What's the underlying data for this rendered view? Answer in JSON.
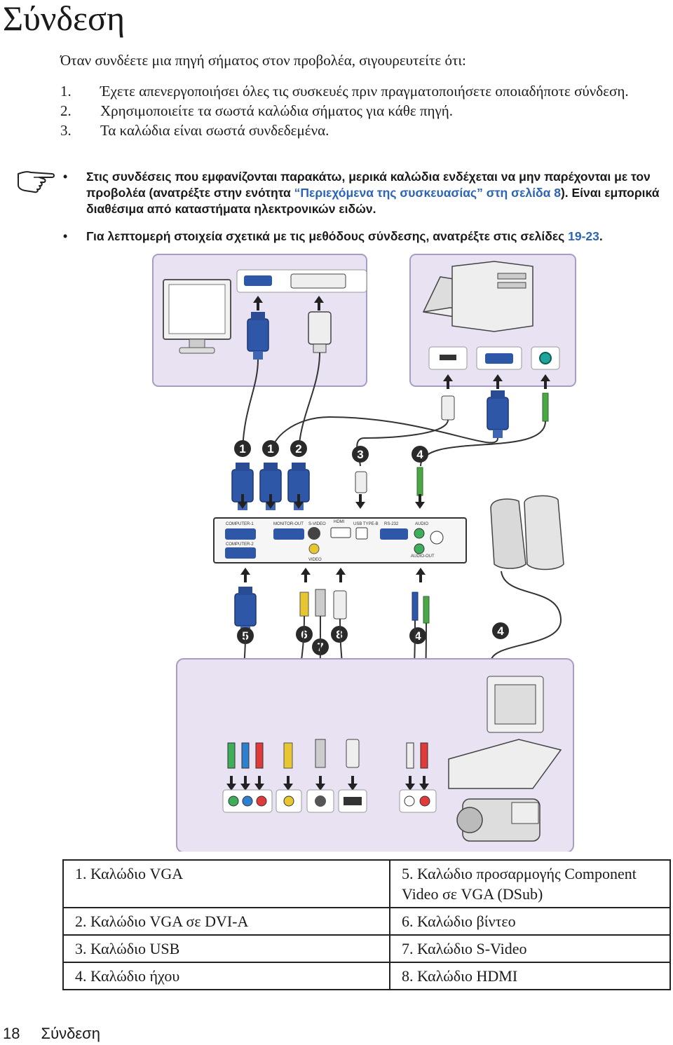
{
  "title": "Σύνδεση",
  "intro": "Όταν συνδέετε μια πηγή σήματος στον προβολέα, σιγουρευτείτε ότι:",
  "steps": [
    {
      "num": "1.",
      "text": "Έχετε απενεργοποιήσει όλες τις συσκευές πριν πραγματοποιήσετε οποιαδήποτε σύνδεση."
    },
    {
      "num": "2.",
      "text": "Χρησιμοποιείτε τα σωστά καλώδια σήματος για κάθε πηγή."
    },
    {
      "num": "3.",
      "text": "Τα καλώδια είναι σωστά συνδεδεμένα."
    }
  ],
  "notes": {
    "bullet": "•",
    "note1_a": "Στις συνδέσεις που εμφανίζονται παρακάτω, μερικά καλώδια ενδέχεται να μην παρέχονται με τον προβολέα (ανατρέξτε στην ενότητα ",
    "note1_link": "“Περιεχόμενα της συσκευασίας” στη σελίδα 8",
    "note1_b": "). Είναι εμπορικά διαθέσιμα από καταστήματα ηλεκτρονικών ειδών.",
    "note2_a": "Για λεπτομερή στοιχεία σχετικά με τις μεθόδους σύνδεσης, ανατρέξτε στις σελίδες ",
    "note2_link": "19-23",
    "note2_b": "."
  },
  "diagram": {
    "callouts": [
      "1",
      "1",
      "2",
      "3",
      "4",
      "5",
      "6",
      "7",
      "8",
      "4",
      "4"
    ],
    "port_labels": {
      "computer1": "COMPUTER-1",
      "monitor_out": "MONITOR-OUT",
      "svideo": "S-VIDEO",
      "hdmi": "HDMI",
      "usb": "USB TYPE-B",
      "rs232": "RS-232",
      "audio": "AUDIO",
      "computer2": "COMPUTER-2",
      "video": "VIDEO",
      "audio_out": "AUDIO-OUT"
    },
    "colors": {
      "panel": "#e8e2f2",
      "panel_border": "#a99cc4",
      "connector": "#2f57a8",
      "callout": "#2a2a2a",
      "arrow": "#222222"
    }
  },
  "legend": [
    [
      "1. Καλώδιο VGA",
      "5. Καλώδιο προσαρμογής Component Video σε VGA (DSub)"
    ],
    [
      "2. Καλώδιο VGA σε DVI-A",
      "6. Καλώδιο βίντεο"
    ],
    [
      "3. Καλώδιο USB",
      "7. Καλώδιο S-Video"
    ],
    [
      "4. Καλώδιο ήχου",
      "8. Καλώδιο HDMI"
    ]
  ],
  "footer": {
    "page": "18",
    "section": "Σύνδεση"
  }
}
